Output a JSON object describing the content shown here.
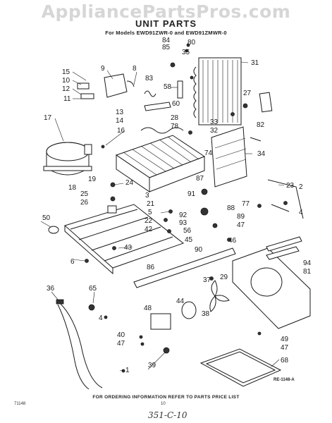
{
  "watermark": "AppliancePartsPros.com",
  "title": "UNIT PARTS",
  "subtitle": "For Models EWD91ZWR-0 and EWD91ZMWR-0",
  "footer": "FOR ORDERING INFORMATION REFER TO PARTS PRICE LIST",
  "doc_number": "71148",
  "page_number": "10",
  "ref_code": "RE-1148-A",
  "handwritten": "351-C-10",
  "callouts": {
    "c84": "84",
    "c85": "85",
    "c80": "80",
    "c35": "35",
    "c31": "31",
    "c27": "27",
    "c15": "15",
    "c10": "10",
    "c12": "12",
    "c11": "11",
    "c9": "9",
    "c8": "8",
    "c13": "13",
    "c14": "14",
    "c83": "83",
    "c58": "58",
    "c60": "60",
    "c28": "28",
    "c78": "78",
    "c33": "33",
    "c32": "32",
    "c82": "82",
    "c17": "17",
    "c16": "16",
    "c74": "74",
    "c34": "34",
    "c19": "19",
    "c18": "18",
    "c24": "24",
    "c25": "25",
    "c26": "26",
    "c3": "3",
    "c87": "87",
    "c91": "91",
    "c23": "23",
    "c2": "2",
    "c77": "77",
    "c4": "4",
    "c21": "21",
    "c5": "5",
    "c92": "92",
    "c93": "93",
    "c88": "88",
    "c89": "89",
    "c47a": "47",
    "c22": "22",
    "c42": "42",
    "c56": "56",
    "c45": "45",
    "c46": "46",
    "c90": "90",
    "c50": "50",
    "c43": "43",
    "c6": "6",
    "c94": "94",
    "c81": "81",
    "c86": "86",
    "c37": "37",
    "c29": "29",
    "c36": "36",
    "c65": "65",
    "c48": "48",
    "c44": "44",
    "c38": "38",
    "c4b": "4",
    "c40": "40",
    "c47b": "47",
    "c47c": "47",
    "c49": "49",
    "c39": "39",
    "c68": "68",
    "c1": "1"
  }
}
